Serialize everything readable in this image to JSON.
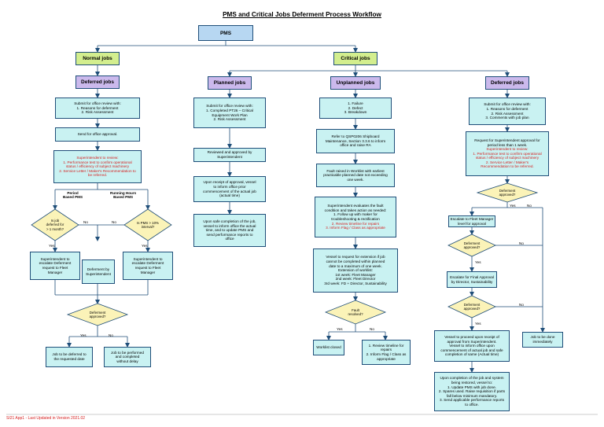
{
  "title": "PMS and Critical Jobs Deferment Process Workflow",
  "footer": "SI21 App1 - Last Updated in Version 2021.02",
  "pms": "PMS",
  "normal_jobs": "Normal jobs",
  "critical_jobs": "Critical jobs",
  "c1": {
    "header": "Deferred jobs",
    "submit": [
      "Submit for office review with:",
      "1. Reasons for deferment",
      "2. Risk Assessment"
    ],
    "send": "Send for office approval.",
    "supt": [
      "Superintendent to review:",
      "1. Performance test to confirm operational",
      "status / efficiency of subject machinery",
      "2. Service Letter / Maker's Recommendation to",
      "be referred."
    ],
    "period": [
      "Period",
      "Based PMS"
    ],
    "running": [
      "Running Hours",
      "Based PMS"
    ],
    "d1": [
      "Is job",
      "deferred for",
      "> 1 month?"
    ],
    "d2": [
      "Is PMS > 10%",
      "interval?"
    ],
    "yes": "Yes",
    "no": "No",
    "esc1": [
      "Superintendent to",
      "escalate Deferment",
      "request to Fleet",
      "Manager"
    ],
    "defby": [
      "Deferment by",
      "Superintendent"
    ],
    "esc2": [
      "Superintendent to",
      "escalate Deferment",
      "request to Fleet",
      "Manager"
    ],
    "dapp": [
      "Deferment",
      "approved?"
    ],
    "deferred": [
      "Job to be deferred to",
      "the requested date"
    ],
    "completed": [
      "Job to be performed",
      "and completed",
      "without delay"
    ]
  },
  "c2": {
    "header": "Planned jobs",
    "submit": [
      "Submit for office review with:",
      "1. Completed PT26 – Critical",
      "Equipment Work Plan",
      "2. Risk Assessment"
    ],
    "reviewed": [
      "Reviewed and approved by",
      "Superintendent"
    ],
    "receipt": [
      "Upon receipt of approval, vessel",
      "to inform office prior",
      "commencement of the actual job",
      "(actual time)"
    ],
    "safe": [
      "Upon safe completion of the job,",
      "vessel to inform office the actual",
      "time, and to update PMS and",
      "send performance reports to",
      "office"
    ]
  },
  "c3": {
    "header": "Unplanned jobs",
    "list": [
      "1. Failure",
      "2. Defect",
      "3. Breakdown"
    ],
    "refer": [
      "Refer to QSP0206 Shipboard",
      "Maintenance, Section 3.3.6 to inform",
      "office and raise RA"
    ],
    "fault": [
      "Fault raised in Worklist with earliest",
      "practicable planned date not exceeding",
      "one week."
    ],
    "eval": [
      "Superintendent evaluates the fault",
      "condition and takes action as needed:",
      "1. Follow up with maker for",
      "troubleshooting & rectification"
    ],
    "eval_red": [
      "2. Review timeline for repairs",
      "3. Inform Flag / Class as appropriate"
    ],
    "ext": [
      "Vessel to request for extension if job",
      "cannot be completed within planned",
      "date to a maximum of one week.",
      "Extension of worklist:",
      "1st week: Fleet Manager",
      "2nd week: Fleet Director",
      "3rd week: FD + Director, Sustainability"
    ],
    "fres": [
      "Fault",
      "resolved?"
    ],
    "yes": "Yes",
    "no": "No",
    "closed": "Worklist closed",
    "review": [
      "1. Review timeline for",
      "repairs",
      "2. Inform Flag / Class as",
      "appropriate"
    ]
  },
  "c4": {
    "header": "Deferred jobs",
    "submit": [
      "Submit for office review with:",
      "1. Reasons for deferment",
      "2. Risk Assessment",
      "3. Comments with job plan"
    ],
    "request": [
      "Request for Superintendent approval for",
      "period less than 1 week."
    ],
    "request_red": [
      "Superintendent to review:",
      "1. Performance test to confirm operational",
      "status / efficiency of subject machinery",
      "2. Service Letter / Maker's",
      "Recommendation to be referred."
    ],
    "dapp1": [
      "Deferment",
      "approved?"
    ],
    "escalate": [
      "Escalate to Fleet Manager",
      "level for approval"
    ],
    "dapp2": [
      "Deferment",
      "approved?"
    ],
    "final": [
      "Escalate for Final Approval",
      "by Director, Sustainability"
    ],
    "dapp3": [
      "Deferment",
      "approved?"
    ],
    "proceed": [
      "Vessel to proceed upon receipt of",
      "approval from Superintendent.",
      "Vessel to inform office upon",
      "commencement of actual job and safe",
      "completion of same (Actual time)"
    ],
    "upon": [
      "Upon completion of the job and system",
      "being restored, vessel to:",
      "1. Update PMS with job done.",
      "2. Spares used. Raise requisition if parts",
      "fall below minimum mandatory.",
      "3. Send applicable performance reports",
      "to office."
    ],
    "immediate": [
      "Job to be done",
      "immediately"
    ],
    "yes": "Yes",
    "no": "No"
  }
}
